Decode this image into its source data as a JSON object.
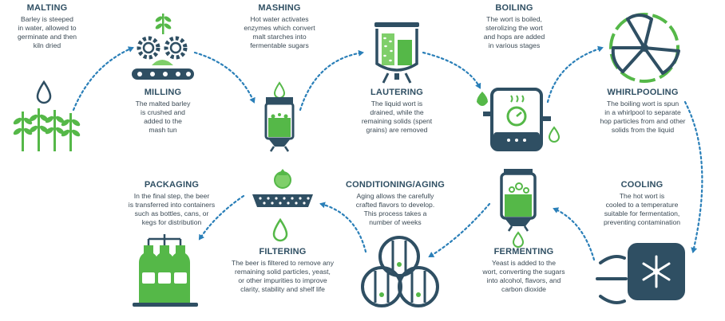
{
  "colors": {
    "navy": "#2f4f63",
    "green": "#55b848",
    "lightgreen": "#7fcf6a",
    "arrow": "#2a7fb8",
    "text": "#3b4a55"
  },
  "steps": [
    {
      "title": "MALTING",
      "desc": [
        "Barley is steeped",
        "in water, allowed to",
        "germinate and then",
        "kiln dried"
      ]
    },
    {
      "title": "MILLING",
      "desc": [
        "The malted barley",
        "is crushed and",
        "added to the",
        "mash tun"
      ]
    },
    {
      "title": "MASHING",
      "desc": [
        "Hot water activates",
        "enzymes which convert",
        "malt starches into",
        "fermentable sugars"
      ]
    },
    {
      "title": "LAUTERING",
      "desc": [
        "The liquid wort is",
        "drained, while the",
        "remaining solids (spent",
        "grains) are removed"
      ]
    },
    {
      "title": "BOILING",
      "desc": [
        "The wort is boiled,",
        "sterolizing the wort",
        "and hops are added",
        "in various stages"
      ]
    },
    {
      "title": "WHIRLPOOLING",
      "desc": [
        "The boiling wort is spun",
        "in a whirlpool to separate",
        "hop particles from and other",
        "solids from the liquid"
      ]
    },
    {
      "title": "COOLING",
      "desc": [
        "The hot wort is",
        "cooled to a temperature",
        "suitable for fermentation,",
        "preventing contamination"
      ]
    },
    {
      "title": "FERMENTING",
      "desc": [
        "Yeast is added to the",
        "wort, converting the sugars",
        "into alcohol, flavors, and",
        "carbon dioxide"
      ]
    },
    {
      "title": "CONDITIONING/AGING",
      "desc": [
        "Aging allows the  carefully",
        "crafted flavors to develop.",
        "This process takes a",
        "number of weeks"
      ]
    },
    {
      "title": "FILTERING",
      "desc": [
        "The beer is filtered to remove any",
        "remaining solid particles, yeast,",
        "or other impurities to improve",
        "clarity, stability and shelf life"
      ]
    },
    {
      "title": "PACKAGING",
      "desc": [
        "In the final step, the beer",
        "is transferred into containers",
        "such as bottles, cans, or",
        "kegs for distribution"
      ]
    }
  ]
}
